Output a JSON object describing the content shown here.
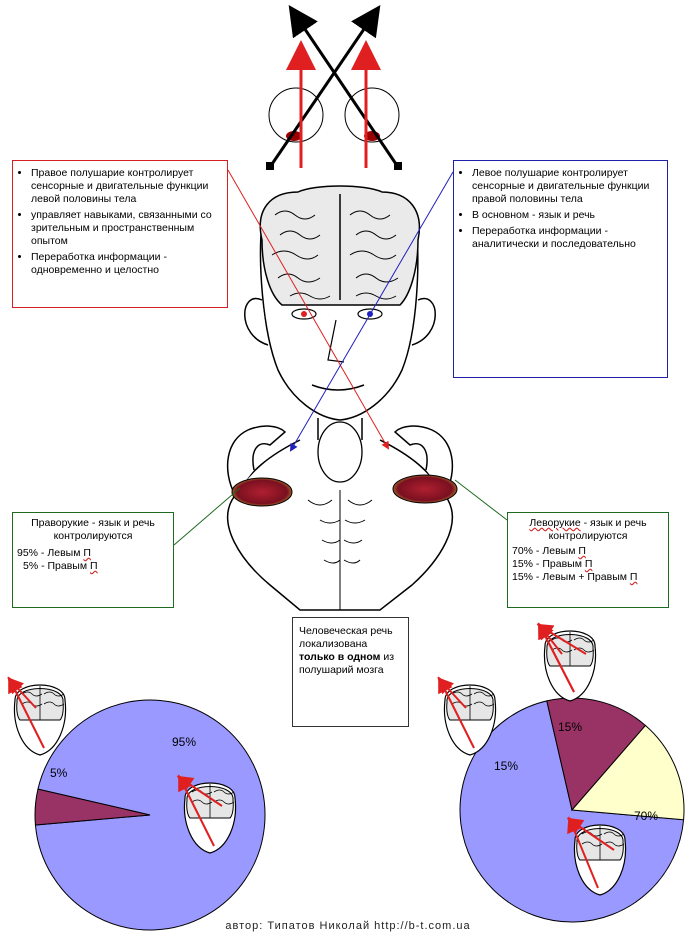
{
  "right_hemisphere": {
    "items": [
      "Правое полушарие контролирует сенсорные и двигательные функции левой половины тела",
      "управляет навыками, связанными со зрительным и пространственным опытом",
      "Переработка информации - одновременно и целостно"
    ]
  },
  "left_hemisphere": {
    "items": [
      "Левое полушарие контролирует сенсорные и двигательные функции правой половины тела",
      "В основном - язык и речь",
      "Переработка информации - аналитически и последовательно"
    ]
  },
  "right_handed": {
    "title": "Праворукие - язык и речь контролируются",
    "line1_prefix": "95% - Левым",
    "line1_letter": "П",
    "line2_prefix": "5% - Правым",
    "line2_letter": "П"
  },
  "left_handed": {
    "title_word": "Леворукие",
    "title_rest": " - язык и речь контролируются",
    "line1_prefix": "70% - Левым",
    "line1_letter": "П",
    "line2_prefix": "15% - Правым",
    "line2_letter": "П",
    "line3_prefix": "15% - Левым + Правым",
    "line3_letter": "П"
  },
  "speech": {
    "before": "Человеческая речь локализована",
    "bold": "только в одном",
    "after": " из полушарий мозга"
  },
  "chart_data": [
    {
      "type": "pie",
      "series": [
        {
          "values": [
            95,
            5
          ]
        }
      ],
      "data_labels": [
        "95%",
        "5%"
      ],
      "colors": [
        "#9999ff",
        "#993366"
      ]
    },
    {
      "type": "pie",
      "series": [
        {
          "values": [
            70,
            15,
            15
          ]
        }
      ],
      "data_labels": [
        "70%",
        "15%",
        "15%"
      ],
      "colors": [
        "#9999ff",
        "#993366",
        "#ffffcc"
      ]
    }
  ],
  "footer": "автор: Типатов Николай http://b-t.com.ua",
  "colors": {
    "red_line": "#e02020",
    "blue_line": "#2020c0",
    "green_line": "#1f6b1f",
    "pie_blue": "#9999ff",
    "pie_maroon": "#993366",
    "pie_cream": "#ffffcc"
  }
}
